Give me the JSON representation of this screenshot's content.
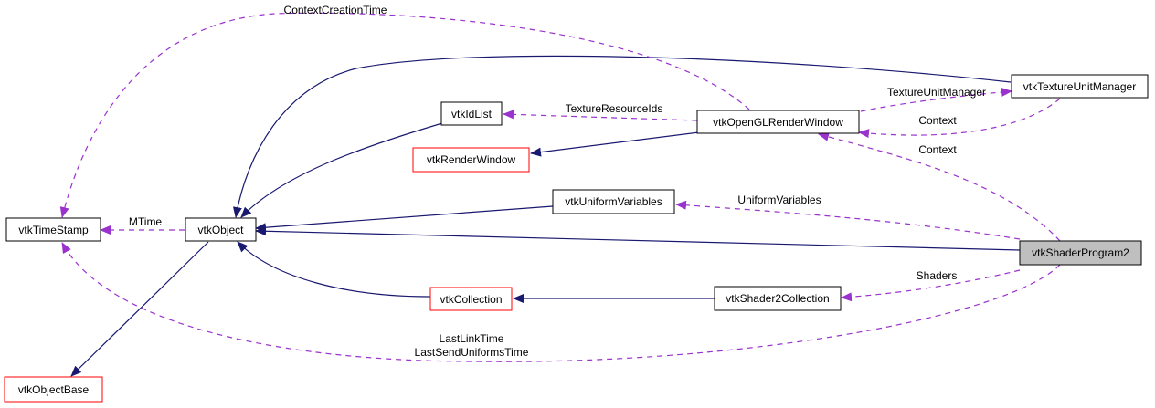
{
  "colors": {
    "inheritance": "#191970",
    "usage": "#9a32cd",
    "highlight_fill": "#bfbfbf",
    "undocumented_border": "#ff0000"
  },
  "nodes": {
    "vtkTimeStamp": "vtkTimeStamp",
    "vtkObject": "vtkObject",
    "vtkObjectBase": "vtkObjectBase",
    "vtkIdList": "vtkIdList",
    "vtkRenderWindow": "vtkRenderWindow",
    "vtkOpenGLRenderWindow": "vtkOpenGLRenderWindow",
    "vtkTextureUnitManager": "vtkTextureUnitManager",
    "vtkUniformVariables": "vtkUniformVariables",
    "vtkCollection": "vtkCollection",
    "vtkShader2Collection": "vtkShader2Collection",
    "vtkShaderProgram2": "vtkShaderProgram2"
  },
  "edge_labels": {
    "context_creation_time": "ContextCreationTime",
    "mtime": "MTime",
    "texture_resource_ids": "TextureResourceIds",
    "texture_unit_manager": "TextureUnitManager",
    "context_trm": "Context",
    "context_prog": "Context",
    "uniform_variables": "UniformVariables",
    "shaders": "Shaders",
    "last_link_time": "LastLinkTime",
    "last_send_uniforms_time": "LastSendUniformsTime"
  }
}
